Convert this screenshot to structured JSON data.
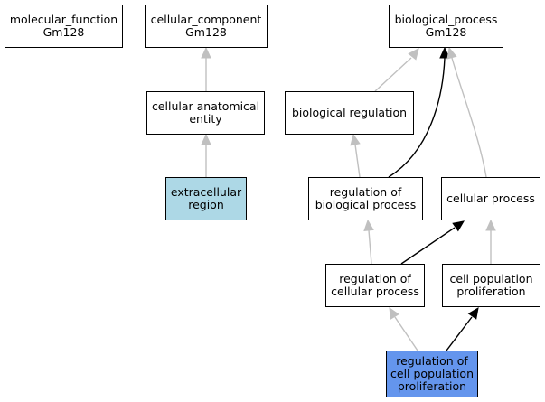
{
  "colors": {
    "highlight": "#add8e6",
    "query": "#6495ed",
    "edge_is_a": "#c0c0c0",
    "edge_regulates": "#000000"
  },
  "nodes": {
    "molecular_function": {
      "label": "molecular_function\nGm128"
    },
    "cellular_component": {
      "label": "cellular_component\nGm128"
    },
    "biological_process": {
      "label": "biological_process\nGm128"
    },
    "cellular_anatomical_entity": {
      "label": "cellular anatomical\nentity"
    },
    "biological_regulation": {
      "label": "biological regulation"
    },
    "extracellular_region": {
      "label": "extracellular\nregion"
    },
    "regulation_of_biological_process": {
      "label": "regulation of\nbiological process"
    },
    "cellular_process": {
      "label": "cellular process"
    },
    "regulation_of_cellular_process": {
      "label": "regulation of\ncellular process"
    },
    "cell_population_proliferation": {
      "label": "cell population\nproliferation"
    },
    "regulation_of_cell_population_proliferation": {
      "label": "regulation of\ncell population\nproliferation"
    }
  },
  "edges": [
    {
      "from": "cellular_anatomical_entity",
      "to": "cellular_component",
      "type": "is_a"
    },
    {
      "from": "extracellular_region",
      "to": "cellular_anatomical_entity",
      "type": "is_a"
    },
    {
      "from": "biological_regulation",
      "to": "biological_process",
      "type": "is_a"
    },
    {
      "from": "regulation_of_biological_process",
      "to": "biological_regulation",
      "type": "is_a"
    },
    {
      "from": "regulation_of_biological_process",
      "to": "biological_process",
      "type": "regulates"
    },
    {
      "from": "cellular_process",
      "to": "biological_process",
      "type": "is_a"
    },
    {
      "from": "regulation_of_cellular_process",
      "to": "regulation_of_biological_process",
      "type": "is_a"
    },
    {
      "from": "regulation_of_cellular_process",
      "to": "cellular_process",
      "type": "regulates"
    },
    {
      "from": "cell_population_proliferation",
      "to": "cellular_process",
      "type": "is_a"
    },
    {
      "from": "regulation_of_cell_population_proliferation",
      "to": "regulation_of_cellular_process",
      "type": "is_a"
    },
    {
      "from": "regulation_of_cell_population_proliferation",
      "to": "cell_population_proliferation",
      "type": "regulates"
    }
  ]
}
